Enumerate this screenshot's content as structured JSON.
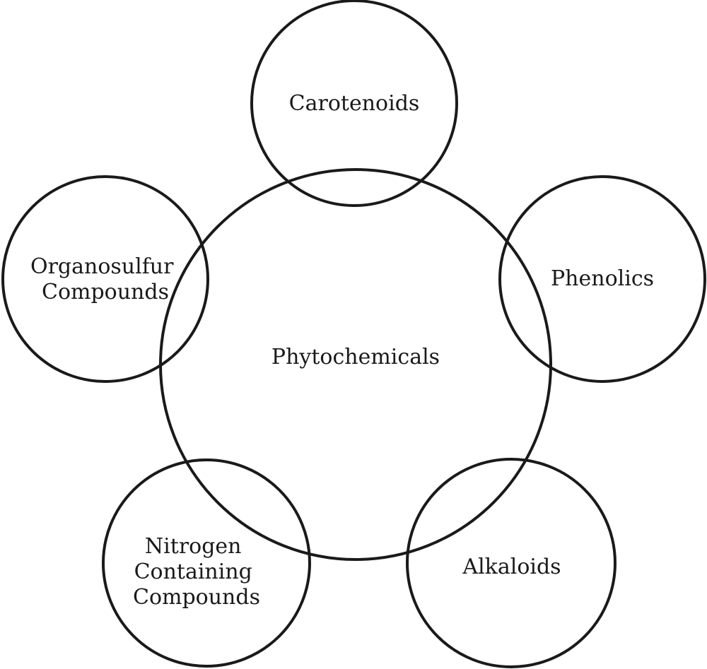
{
  "diagram": {
    "center": {
      "label": [
        "Phytochemicals"
      ]
    },
    "satellites": [
      {
        "id": "carotenoids",
        "label": [
          "Carotenoids"
        ]
      },
      {
        "id": "phenolics",
        "label": [
          "Phenolics"
        ]
      },
      {
        "id": "alkaloids",
        "label": [
          "Alkaloids"
        ]
      },
      {
        "id": "nitrogen",
        "label": [
          "Nitrogen",
          "Containing",
          "Compounds"
        ]
      },
      {
        "id": "organosulfur",
        "label": [
          "Organosulfur",
          "Compounds"
        ]
      }
    ]
  }
}
